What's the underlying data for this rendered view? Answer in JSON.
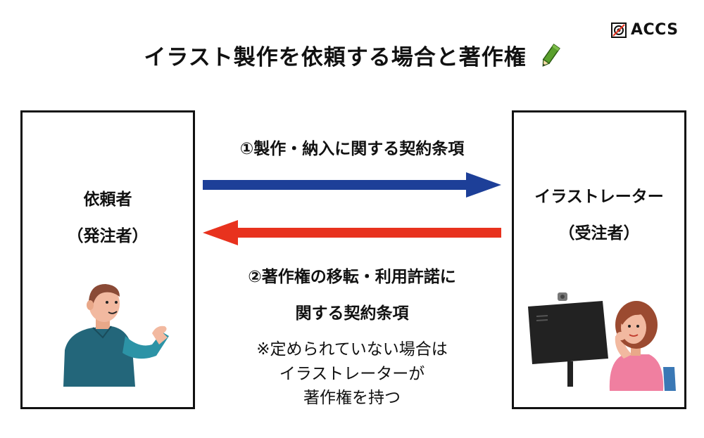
{
  "logo": {
    "text": "ACCS"
  },
  "title": "イラスト製作を依頼する場合と著作権",
  "client": {
    "name": "依頼者",
    "role": "（発注者）"
  },
  "illustrator": {
    "name": "イラストレーター",
    "role": "（受注者）"
  },
  "flows": {
    "forward": {
      "label": "①製作・納入に関する契約条項",
      "color": "#1d3f98"
    },
    "backward": {
      "label_line1": "②著作権の移転・利用許諾に",
      "label_line2": "関する契約条項",
      "color": "#e8321e"
    }
  },
  "note": {
    "line1": "※定められていない場合は",
    "line2": "イラストレーターが",
    "line3": "著作権を持つ"
  },
  "icons": [
    "accs-logo-icon",
    "pencil-icon",
    "man-pointing-illustration",
    "woman-at-computer-illustration"
  ]
}
